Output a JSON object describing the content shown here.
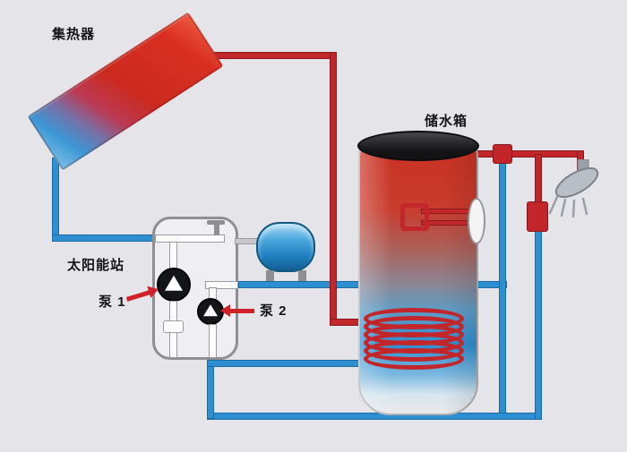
{
  "diagram": {
    "labels": {
      "collector": "集热器",
      "tank": "储水箱",
      "station": "太阳能站",
      "pump1": "泵 1",
      "pump2": "泵 2"
    },
    "colors": {
      "background": "#e5e4e8",
      "hot_pipe": "#c2262b",
      "hot_pipe_edge": "#8a1a1e",
      "cold_pipe": "#2e8fd0",
      "cold_pipe_edge": "#1a6ba3",
      "arrow": "#cf2127"
    }
  }
}
